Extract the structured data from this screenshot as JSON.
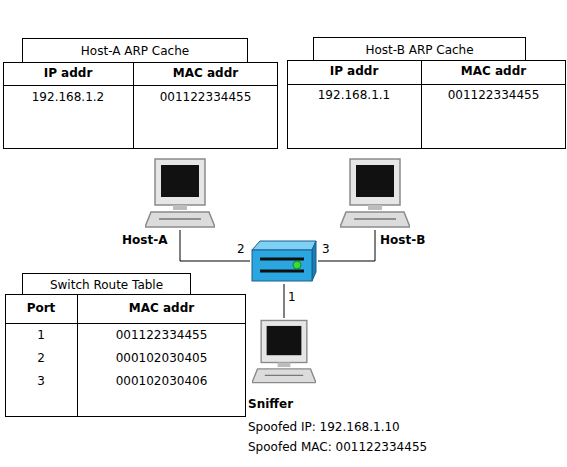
{
  "diagram": {
    "nodes": [
      {
        "text": [
          "Host-A ARP Cache"
        ]
      },
      {
        "text": [
          "Host-B ARP Cache"
        ]
      },
      {
        "text": [
          "Host-A"
        ]
      },
      {
        "text": [
          "Host-B"
        ]
      },
      {
        "text": []
      },
      {
        "text": [
          "Switch Route Table"
        ]
      },
      {
        "text": [
          "Sniffer",
          "Spoofed IP: 192.168.1.10",
          "Spoofed MAC: 001122334455"
        ]
      }
    ],
    "edges": [
      {
        "from": 2,
        "to": 4,
        "label": "2",
        "arrow": "none"
      },
      {
        "from": 3,
        "to": 4,
        "label": "3",
        "arrow": "none"
      },
      {
        "from": 6,
        "to": 4,
        "label": "1",
        "arrow": "none"
      }
    ],
    "labels": [
      "IP addr",
      "MAC addr",
      "192.168.1.2",
      "001122334455",
      "IP addr",
      "MAC addr",
      "192.168.1.1",
      "001122334455",
      "Port",
      "MAC addr",
      "1",
      "001122334455",
      "2",
      "000102030405",
      "3",
      "000102030406"
    ]
  }
}
